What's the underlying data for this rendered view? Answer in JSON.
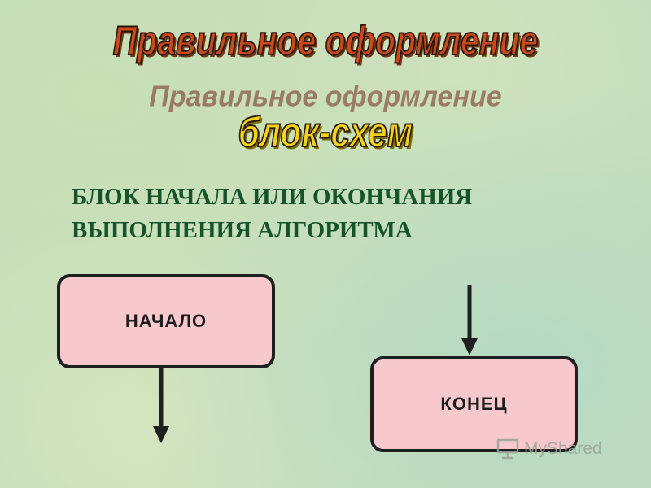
{
  "title": {
    "main": "Правильное оформление",
    "shadow": "Правильное оформление",
    "sub": "блок-схем"
  },
  "heading": {
    "line1": "БЛОК НАЧАЛА ИЛИ ОКОНЧАНИЯ",
    "line2": "ВЫПОЛНЕНИЯ АЛГОРИТМА"
  },
  "blocks": {
    "start": "НАЧАЛО",
    "end": "КОНЕЦ"
  },
  "watermark": {
    "text": "MyShared",
    "icon": "presentation-board-icon"
  },
  "colors": {
    "block_fill": "#f8c9cc",
    "heading": "#15542a",
    "title_main": "#c94a1c",
    "title_sub": "#f2d21c"
  }
}
